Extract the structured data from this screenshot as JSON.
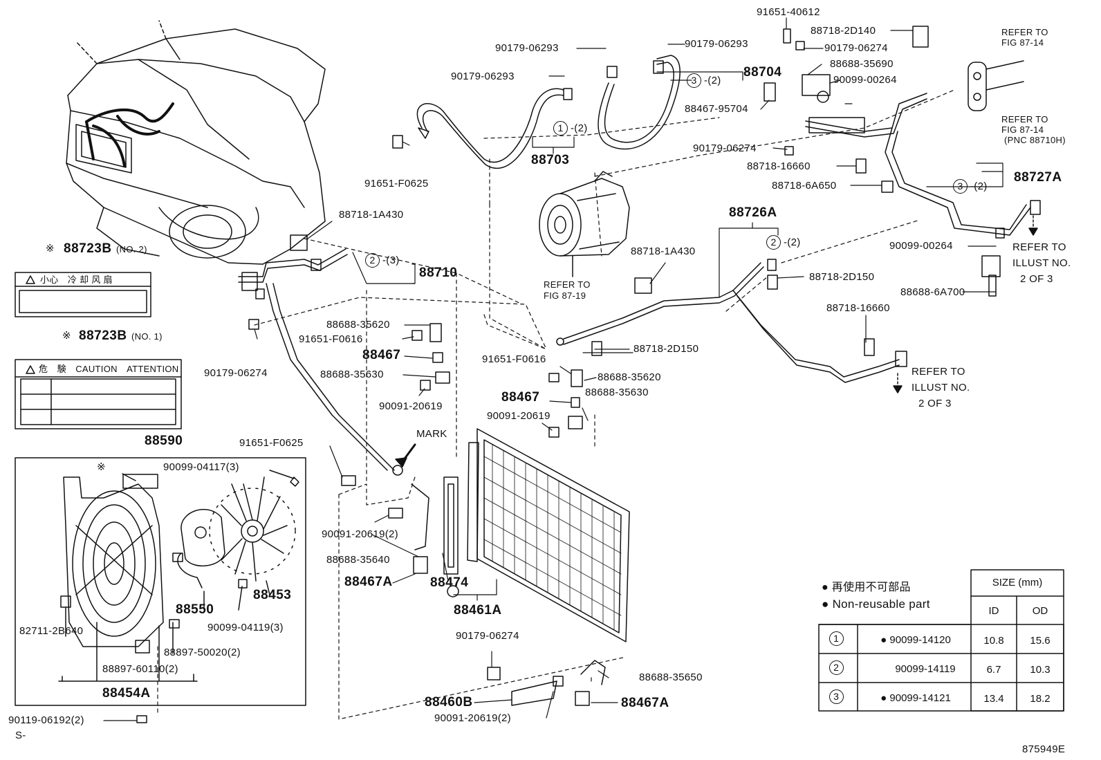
{
  "diagram_id": "875949E",
  "corner_mark": "S-",
  "mark_label": "MARK",
  "note_symbol": "※",
  "parts": {
    "p_91651_40612": "91651-40612",
    "p_88718_2d140": "88718-2D140",
    "p_refer_87_14a_1": "REFER TO",
    "p_refer_87_14a_2": "FIG 87-14",
    "p_90179_06293_a": "90179-06293",
    "p_90179_06293_b": "90179-06293",
    "p_90179_06293_c": "90179-06293",
    "p_90179_06274_a": "90179-06274",
    "p_88704": "88704",
    "p_88704_qty": "-(2)",
    "p_88688_35690": "88688-35690",
    "p_90099_00264_a": "90099-00264",
    "p_88467_95704": "88467-95704",
    "p_refer_87_14b_1": "REFER TO",
    "p_refer_87_14b_2": "FIG 87-14",
    "p_refer_87_14b_3": "(PNC 88710H)",
    "p_88703_qty": "-(2)",
    "p_88703": "88703",
    "p_91651_f0625_a": "91651-F0625",
    "p_90179_06274_b": "90179-06274",
    "p_88718_16660_a": "88718-16660",
    "p_88727a_qty": "-(2)",
    "p_88727a": "88727A",
    "p_88718_6a650": "88718-6A650",
    "p_88718_1a430_a": "88718-1A430",
    "p_88726a": "88726A",
    "p_88726a_qty": "-(2)",
    "p_90099_00264_b": "90099-00264",
    "p_refer_illust_a_1": "REFER TO",
    "p_refer_illust_a_2": "ILLUST NO.",
    "p_refer_illust_a_3": "2 OF 3",
    "p_88710_qty": "-(3)",
    "p_88710": "88710",
    "p_88718_1a430_b": "88718-1A430",
    "p_88718_2d150_a": "88718-2D150",
    "p_88688_6a700": "88688-6A700",
    "p_refer_87_19_1": "REFER TO",
    "p_refer_87_19_2": "FIG 87-19",
    "p_88718_16660_b": "88718-16660",
    "p_88688_35620_a": "88688-35620",
    "p_91651_f0616_a": "91651-F0616",
    "p_88467_a": "88467",
    "p_88688_35630_a": "88688-35630",
    "p_90179_06274_c": "90179-06274",
    "p_90091_20619_a": "90091-20619",
    "p_88718_2d150_b": "88718-2D150",
    "p_91651_f0616_b": "91651-F0616",
    "p_88688_35620_b": "88688-35620",
    "p_88467_b": "88467",
    "p_88688_35630_b": "88688-35630",
    "p_refer_illust_b_1": "REFER TO",
    "p_refer_illust_b_2": "ILLUST NO.",
    "p_refer_illust_b_3": "2 OF 3",
    "p_90091_20619_b": "90091-20619",
    "p_88590": "88590",
    "p_91651_f0625_b": "91651-F0625",
    "p_90099_04117": "90099-04117(3)",
    "p_90091_20619_c": "90091-20619(2)",
    "p_88688_35640": "88688-35640",
    "p_88467a_a": "88467A",
    "p_88474": "88474",
    "p_88461a": "88461A",
    "p_88550": "88550",
    "p_88453": "88453",
    "p_82711_2b640": "82711-2B640",
    "p_90099_04119": "90099-04119(3)",
    "p_88897_50020": "88897-50020(2)",
    "p_88897_60110": "88897-60110(2)",
    "p_88454a": "88454A",
    "p_90119_06192": "90119-06192(2)",
    "p_90179_06274_d": "90179-06274",
    "p_88688_35650": "88688-35650",
    "p_88460b": "88460B",
    "p_88467a_b": "88467A",
    "p_90091_20619_d": "90091-20619(2)"
  },
  "labels_boxes": {
    "no2_title": "88723B",
    "no2_suffix": "(NO. 2)",
    "no2_text": "小心　冷 却 风 扇",
    "no1_title": "88723B",
    "no1_suffix": "(NO. 1)",
    "no1_text": "危　験　CAUTION　ATTENTION"
  },
  "legend": {
    "jp": "● 再使用不可部品",
    "en": "● Non-reusable part",
    "size_header": "SIZE (mm)",
    "id_header": "ID",
    "od_header": "OD",
    "rows": [
      {
        "num": "1",
        "part": "● 90099-14120",
        "id": "10.8",
        "od": "15.6"
      },
      {
        "num": "2",
        "part": "90099-14119",
        "id": "6.7",
        "od": "10.3"
      },
      {
        "num": "3",
        "part": "● 90099-14121",
        "id": "13.4",
        "od": "18.2"
      }
    ]
  },
  "circle_refs": {
    "c1": "1",
    "c2a": "2",
    "c2b": "2",
    "c3a": "3",
    "c3b": "3"
  }
}
